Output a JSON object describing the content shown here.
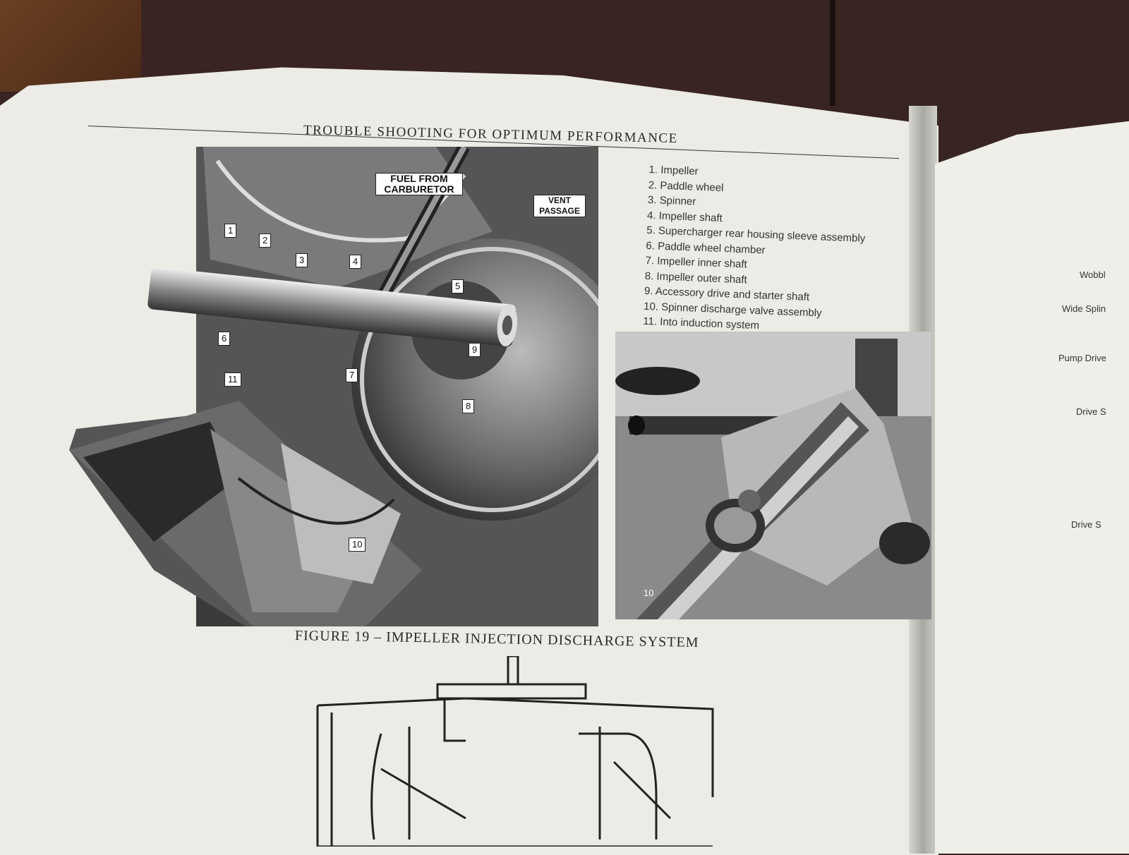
{
  "running_head": "TROUBLE SHOOTING FOR OPTIMUM PERFORMANCE",
  "photo_labels": {
    "fuel_from_carburetor": "FUEL FROM\nCARBURETOR",
    "vent_passage": "VENT\nPASSAGE"
  },
  "callouts": [
    "1",
    "2",
    "3",
    "4",
    "5",
    "6",
    "7",
    "8",
    "9",
    "11",
    "10"
  ],
  "detail_callout": "10",
  "legend": [
    "1. Impeller",
    "2. Paddle wheel",
    "3. Spinner",
    "4. Impeller shaft",
    "5. Supercharger rear housing sleeve assembly",
    "6. Paddle wheel chamber",
    "7. Impeller inner shaft",
    "8. Impeller outer shaft",
    "9. Accessory drive and starter shaft",
    "10. Spinner discharge valve assembly",
    "11. Into induction system"
  ],
  "caption": "FIGURE 19 – IMPELLER INJECTION DISCHARGE SYSTEM",
  "facing_page_labels": [
    "Wobbl",
    "Wide Splin",
    "Pump Drive",
    "Drive S",
    "Drive S"
  ],
  "colors": {
    "paper": "#ecebe6",
    "ink": "#2a2a2a",
    "table": "#2e1d1b"
  }
}
